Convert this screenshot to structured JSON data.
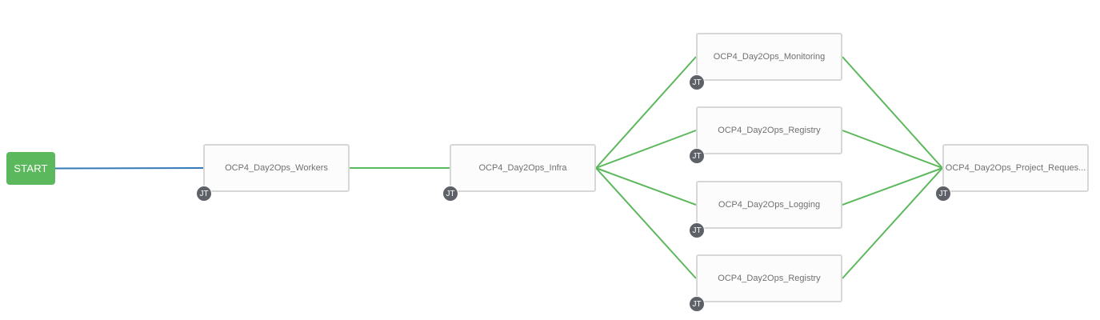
{
  "start": {
    "label": "START"
  },
  "colors": {
    "start_link": "#337ab7",
    "success_link": "#5cb85c",
    "start_node": "#5cb85c",
    "badge": "#5e6168"
  },
  "nodes": [
    {
      "id": "n1",
      "name": "OCP4_Day2Ops_Workers",
      "type_badge": "JT"
    },
    {
      "id": "n2",
      "name": "OCP4_Day2Ops_Infra",
      "type_badge": "JT"
    },
    {
      "id": "n3",
      "name": "OCP4_Day2Ops_Monitoring",
      "type_badge": "JT"
    },
    {
      "id": "n4",
      "name": "OCP4_Day2Ops_Registry",
      "type_badge": "JT"
    },
    {
      "id": "n5",
      "name": "OCP4_Day2Ops_Logging",
      "type_badge": "JT"
    },
    {
      "id": "n6",
      "name": "OCP4_Day2Ops_Registry",
      "type_badge": "JT"
    },
    {
      "id": "n7",
      "name": "OCP4_Day2Ops_Project_Reques...",
      "type_badge": "JT"
    }
  ],
  "links": [
    {
      "from": "start",
      "to": "n1",
      "type": "always"
    },
    {
      "from": "n1",
      "to": "n2",
      "type": "success"
    },
    {
      "from": "n2",
      "to": "n3",
      "type": "success"
    },
    {
      "from": "n2",
      "to": "n4",
      "type": "success"
    },
    {
      "from": "n2",
      "to": "n5",
      "type": "success"
    },
    {
      "from": "n2",
      "to": "n6",
      "type": "success"
    },
    {
      "from": "n3",
      "to": "n7",
      "type": "success"
    },
    {
      "from": "n4",
      "to": "n7",
      "type": "success"
    },
    {
      "from": "n5",
      "to": "n7",
      "type": "success"
    },
    {
      "from": "n6",
      "to": "n7",
      "type": "success"
    }
  ]
}
